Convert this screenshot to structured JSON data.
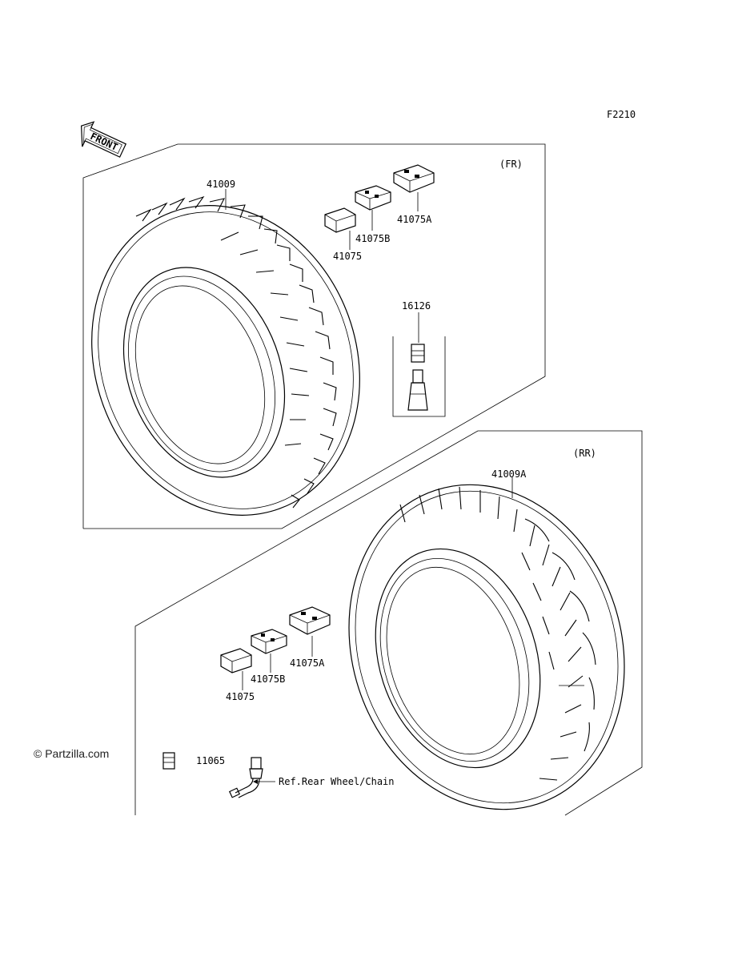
{
  "figure_code": "F2210",
  "front_arrow_label": "FRONT",
  "front_panel": {
    "title": "(FR)",
    "parts": {
      "tire": "41009",
      "weight_a": "41075A",
      "weight_b": "41075B",
      "weight": "41075",
      "valve": "16126"
    }
  },
  "rear_panel": {
    "title": "(RR)",
    "parts": {
      "tire": "41009A",
      "weight_a": "41075A",
      "weight_b": "41075B",
      "weight": "41075",
      "valve_cap": "11065",
      "ref_note": "Ref.Rear Wheel/Chain"
    }
  },
  "watermark": "© Partzilla.com"
}
